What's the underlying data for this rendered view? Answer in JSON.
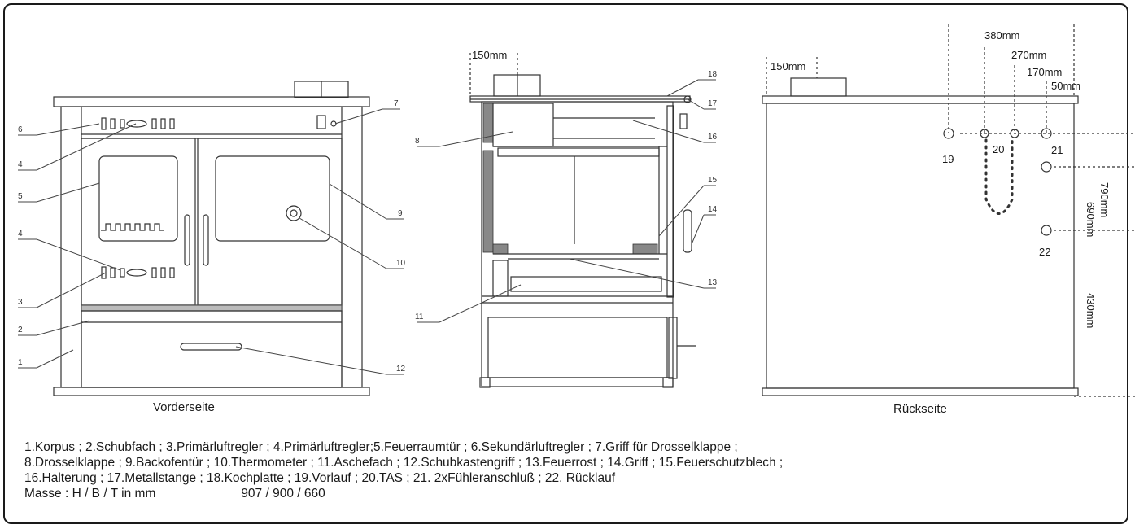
{
  "front": {
    "caption": "Vorderseite",
    "callouts": [
      "6",
      "4",
      "5",
      "4",
      "3",
      "2",
      "1",
      "7",
      "9",
      "10",
      "12"
    ]
  },
  "side": {
    "dim_150": "150mm",
    "callouts": [
      "18",
      "17",
      "16",
      "15",
      "14",
      "13",
      "8",
      "11"
    ]
  },
  "back": {
    "caption": "Rückseite",
    "dims": [
      "150mm",
      "380mm",
      "270mm",
      "170mm",
      "50mm",
      "790mm",
      "690mm",
      "430mm"
    ],
    "connectors": [
      "19",
      "20",
      "21",
      "22"
    ]
  },
  "legend": {
    "line1": "1.Korpus ;  2.Schubfach ;  3.Primärluftregler ;  4.Primärluftregler;5.Feuerraumtür ; 6.Sekundärluftregler ; 7.Griff für Drosselklappe ;",
    "line2": "8.Drosselklappe ; 9.Backofentür ;  10.Thermometer ;  11.Aschefach ;  12.Schubkastengriff ;  13.Feuerrost ; 14.Griff ;  15.Feuerschutzblech ;",
    "line3": "16.Halterung ; 17.Metallstange ; 18.Kochplatte ; 19.Vorlauf ; 20.TAS ; 21. 2xFühleranschluß ; 22. Rücklauf",
    "mass_label": "Masse : H / B / T in mm",
    "mass_value": "907 / 900 / 660"
  }
}
